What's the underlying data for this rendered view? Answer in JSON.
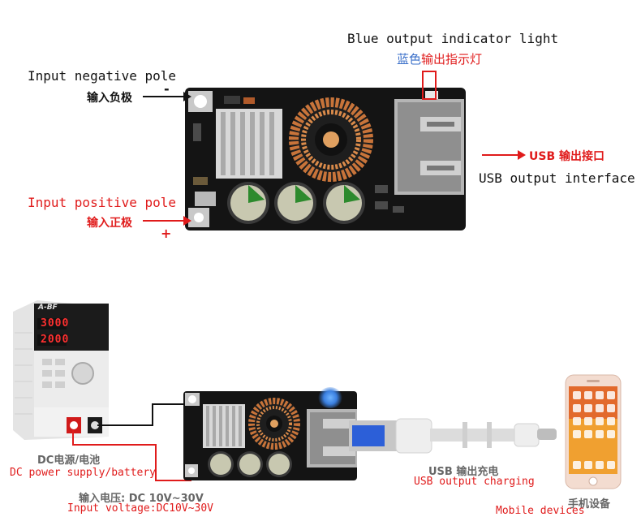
{
  "top": {
    "blue_light": {
      "en": "Blue output indicator light",
      "cn_blue": "蓝色",
      "cn_red": "输出指示灯"
    },
    "neg": {
      "en": "Input negative pole",
      "cn": "输入负极",
      "sign": "-"
    },
    "pos": {
      "en": "Input positive pole",
      "cn": "输入正极",
      "sign": "+"
    },
    "usb": {
      "cn": "USB 输出接口",
      "en": "USB output interface"
    }
  },
  "bottom": {
    "psu": {
      "brand": "A-BF",
      "display_top": "3000",
      "display_bottom": "2000",
      "cn": "DC电源/电池",
      "en": "DC power supply/battery"
    },
    "input_voltage": {
      "cn": "输入电压: DC 10V~30V",
      "en": "Input voltage:DC10V~30V"
    },
    "charging": {
      "cn": "USB 输出充电",
      "en": "USB output charging"
    },
    "phone": {
      "cn": "手机设备",
      "en": "Mobile devices"
    }
  },
  "colors": {
    "accent_red": "#e01b1b",
    "accent_blue": "#3a6fc9",
    "pcb": "#141414"
  }
}
